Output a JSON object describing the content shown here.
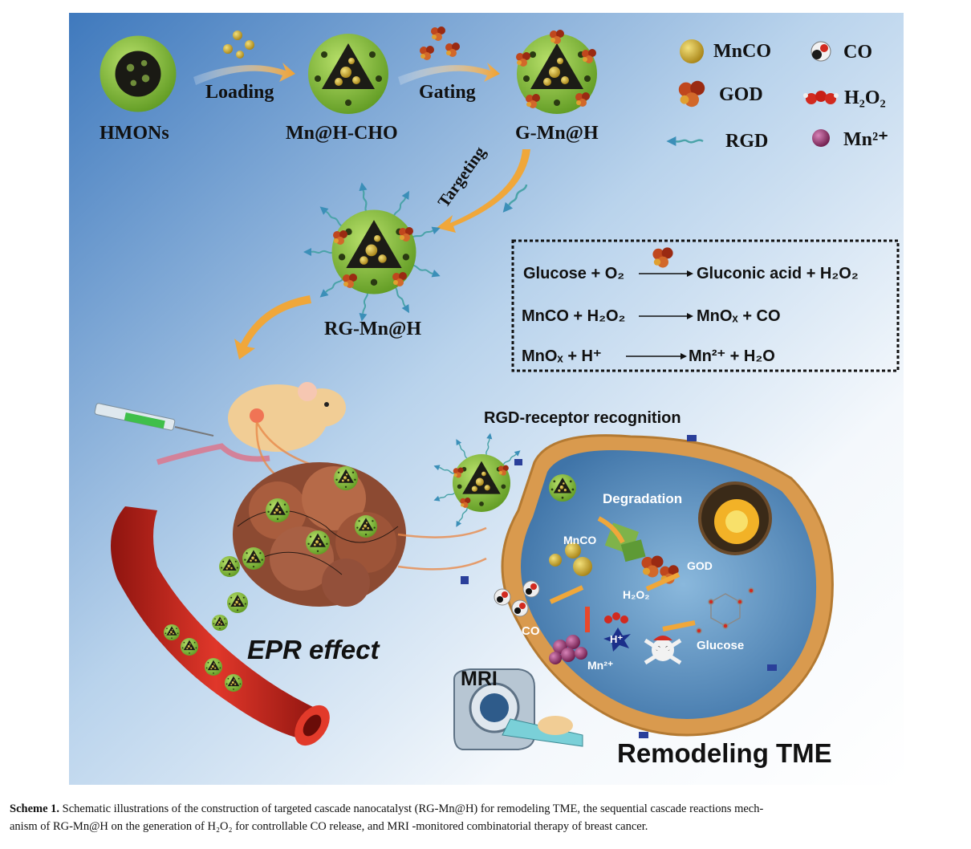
{
  "steps": {
    "hmons": "HMONs",
    "mn_h_cho": "Mn@H-CHO",
    "g_mn_h": "G-Mn@H",
    "rg_mn_h": "RG-Mn@H",
    "loading": "Loading",
    "gating": "Gating",
    "targeting": "Targeting"
  },
  "legend": {
    "mnco": "MnCO",
    "co": "CO",
    "god": "GOD",
    "h2o2": "H₂O₂",
    "rgd": "RGD",
    "mn2": "Mn²⁺"
  },
  "reactions": {
    "r1_left": "Glucose + O₂",
    "r1_right": "Gluconic acid  + H₂O₂",
    "r2_left": "MnCO + H₂O₂",
    "r2_right": "MnOₓ  + CO",
    "r3_left": "MnOₓ  + H⁺",
    "r3_right": "Mn²⁺  + H₂O"
  },
  "cell": {
    "recognition": "RGD-receptor recognition",
    "degradation": "Degradation",
    "mnco": "MnCO",
    "god": "GOD",
    "h2o2": "H₂O₂",
    "co": "CO",
    "h_plus": "H⁺",
    "glucose": "Glucose",
    "mn2": "Mn²⁺"
  },
  "labels": {
    "epr": "EPR effect",
    "mri": "MRI",
    "remodeling": "Remodeling TME"
  },
  "caption": {
    "label": "Scheme 1.",
    "text_line1": " Schematic illustrations of the construction of targeted cascade nanocatalyst (RG-Mn@H) for remodeling TME, the sequential cascade reactions mech-",
    "text_line2": "anism of RG-Mn@H on the generation of H₂O₂ for controllable CO release, and MRI -monitored combinatorial therapy of breast cancer."
  },
  "colors": {
    "bg_top": "#4f86c6",
    "bg_bottom": "#ffffff",
    "shell_green": "#8dc63f",
    "core_dark": "#1a1a14",
    "mnco_gold": "#c9a227",
    "god_red": "#b03a1a",
    "vessel_red": "#c8231a",
    "arrow_orange": "#f0a73a",
    "cell_blue": "#4a86b8",
    "cell_rim": "#c98a3a"
  }
}
